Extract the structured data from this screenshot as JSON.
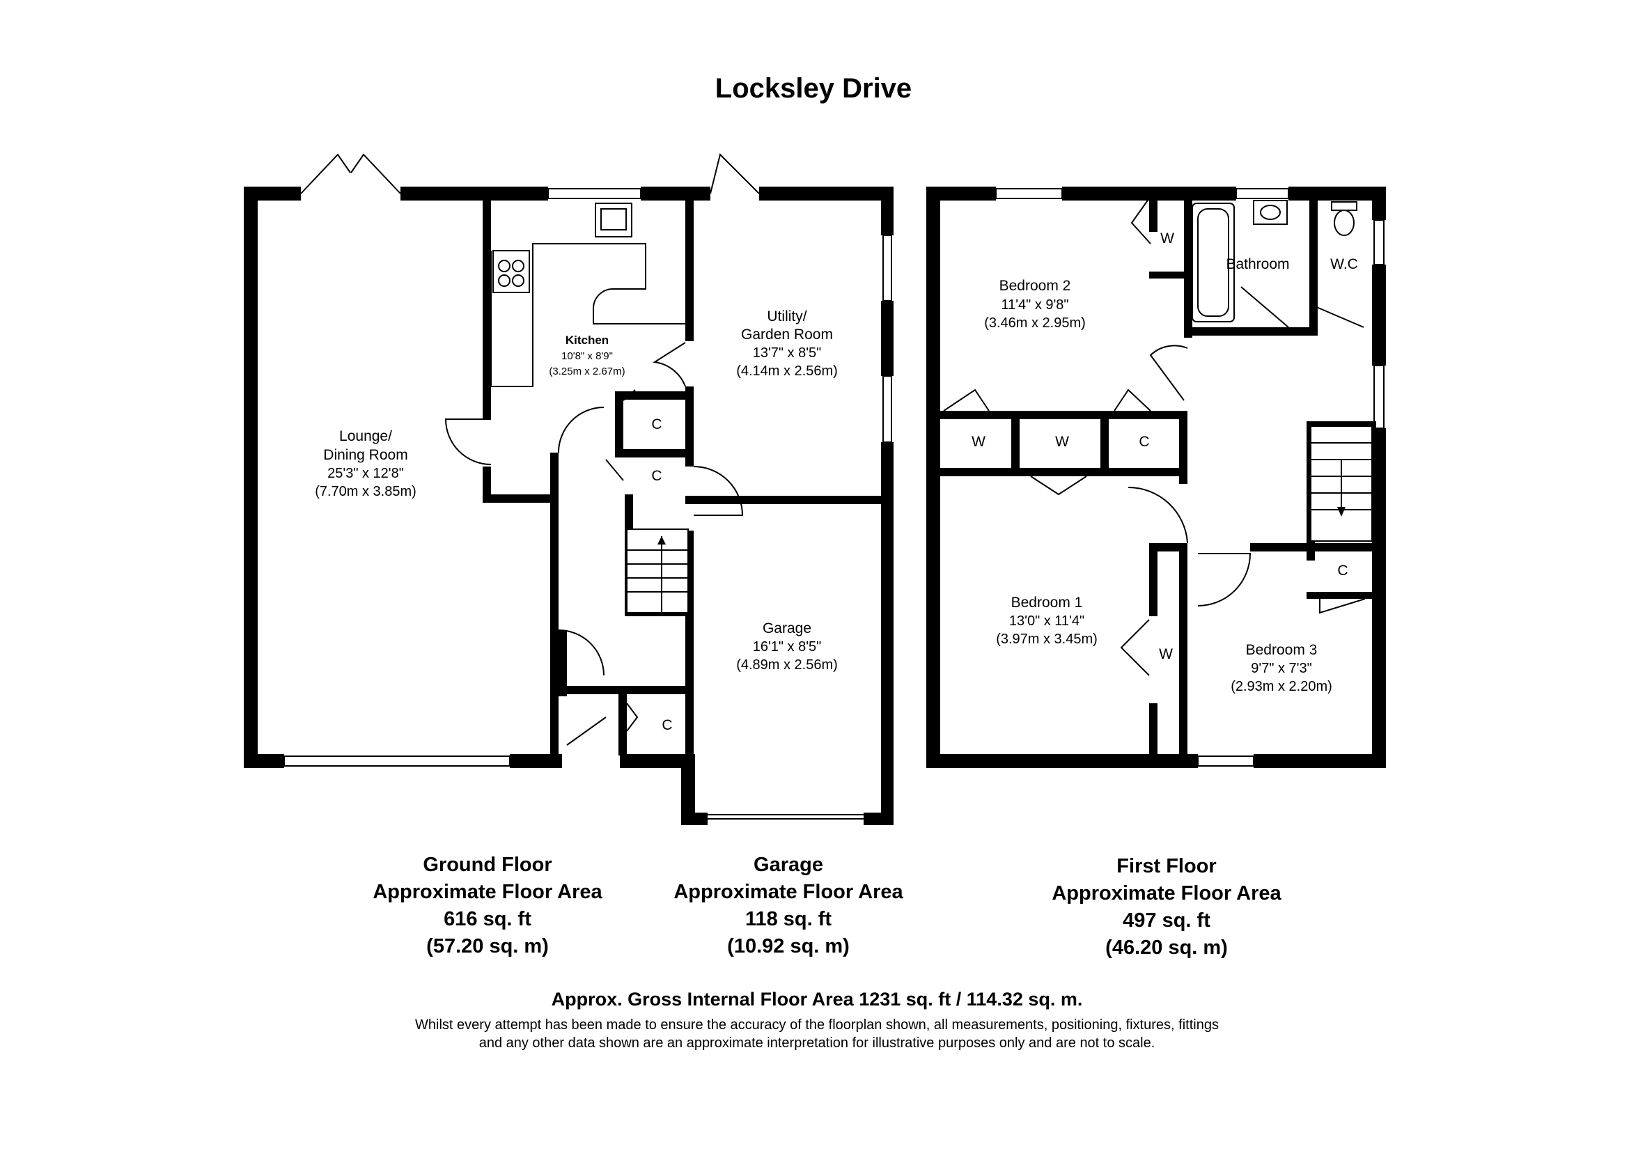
{
  "title": "Locksley Drive",
  "rooms": {
    "lounge": {
      "name": [
        "Lounge/",
        "Dining Room"
      ],
      "imperial": "25'3\" x 12'8\"",
      "metric": "(7.70m x 3.85m)"
    },
    "kitchen": {
      "name": "Kitchen",
      "imperial": "10'8\" x 8'9\"",
      "metric": "(3.25m x 2.67m)"
    },
    "utility": {
      "name": [
        "Utility/",
        "Garden Room"
      ],
      "imperial": "13'7\" x 8'5\"",
      "metric": "(4.14m x 2.56m)"
    },
    "garage": {
      "name": "Garage",
      "imperial": "16'1\" x 8'5\"",
      "metric": "(4.89m x 2.56m)"
    },
    "bedroom2": {
      "name": "Bedroom 2",
      "imperial": "11'4\" x 9'8\"",
      "metric": "(3.46m x 2.95m)"
    },
    "bedroom1": {
      "name": "Bedroom 1",
      "imperial": "13'0\" x 11'4\"",
      "metric": "(3.97m x 3.45m)"
    },
    "bedroom3": {
      "name": "Bedroom 3",
      "imperial": "9'7\" x 7'3\"",
      "metric": "(2.93m x 2.20m)"
    },
    "bathroom": {
      "name": "Bathroom"
    },
    "wc": {
      "name": "W.C"
    }
  },
  "cupboard_label": "C",
  "wardrobe_label": "W",
  "areas": {
    "ground": {
      "title": "Ground Floor",
      "subtitle": "Approximate Floor Area",
      "sqft": "616 sq. ft",
      "sqm": "(57.20 sq. m)"
    },
    "garage": {
      "title": "Garage",
      "subtitle": "Approximate Floor Area",
      "sqft": "118 sq. ft",
      "sqm": "(10.92 sq. m)"
    },
    "first": {
      "title": "First Floor",
      "subtitle": "Approximate Floor Area",
      "sqft": "497 sq. ft",
      "sqm": "(46.20 sq. m)"
    }
  },
  "gross": "Approx. Gross Internal Floor Area 1231 sq. ft / 114.32 sq. m.",
  "disclaimer": [
    "Whilst every attempt has been made to ensure the accuracy of the floorplan shown, all measurements, positioning, fixtures, fittings",
    "and any other data shown are an approximate interpretation for illustrative purposes only  and are not to scale."
  ]
}
